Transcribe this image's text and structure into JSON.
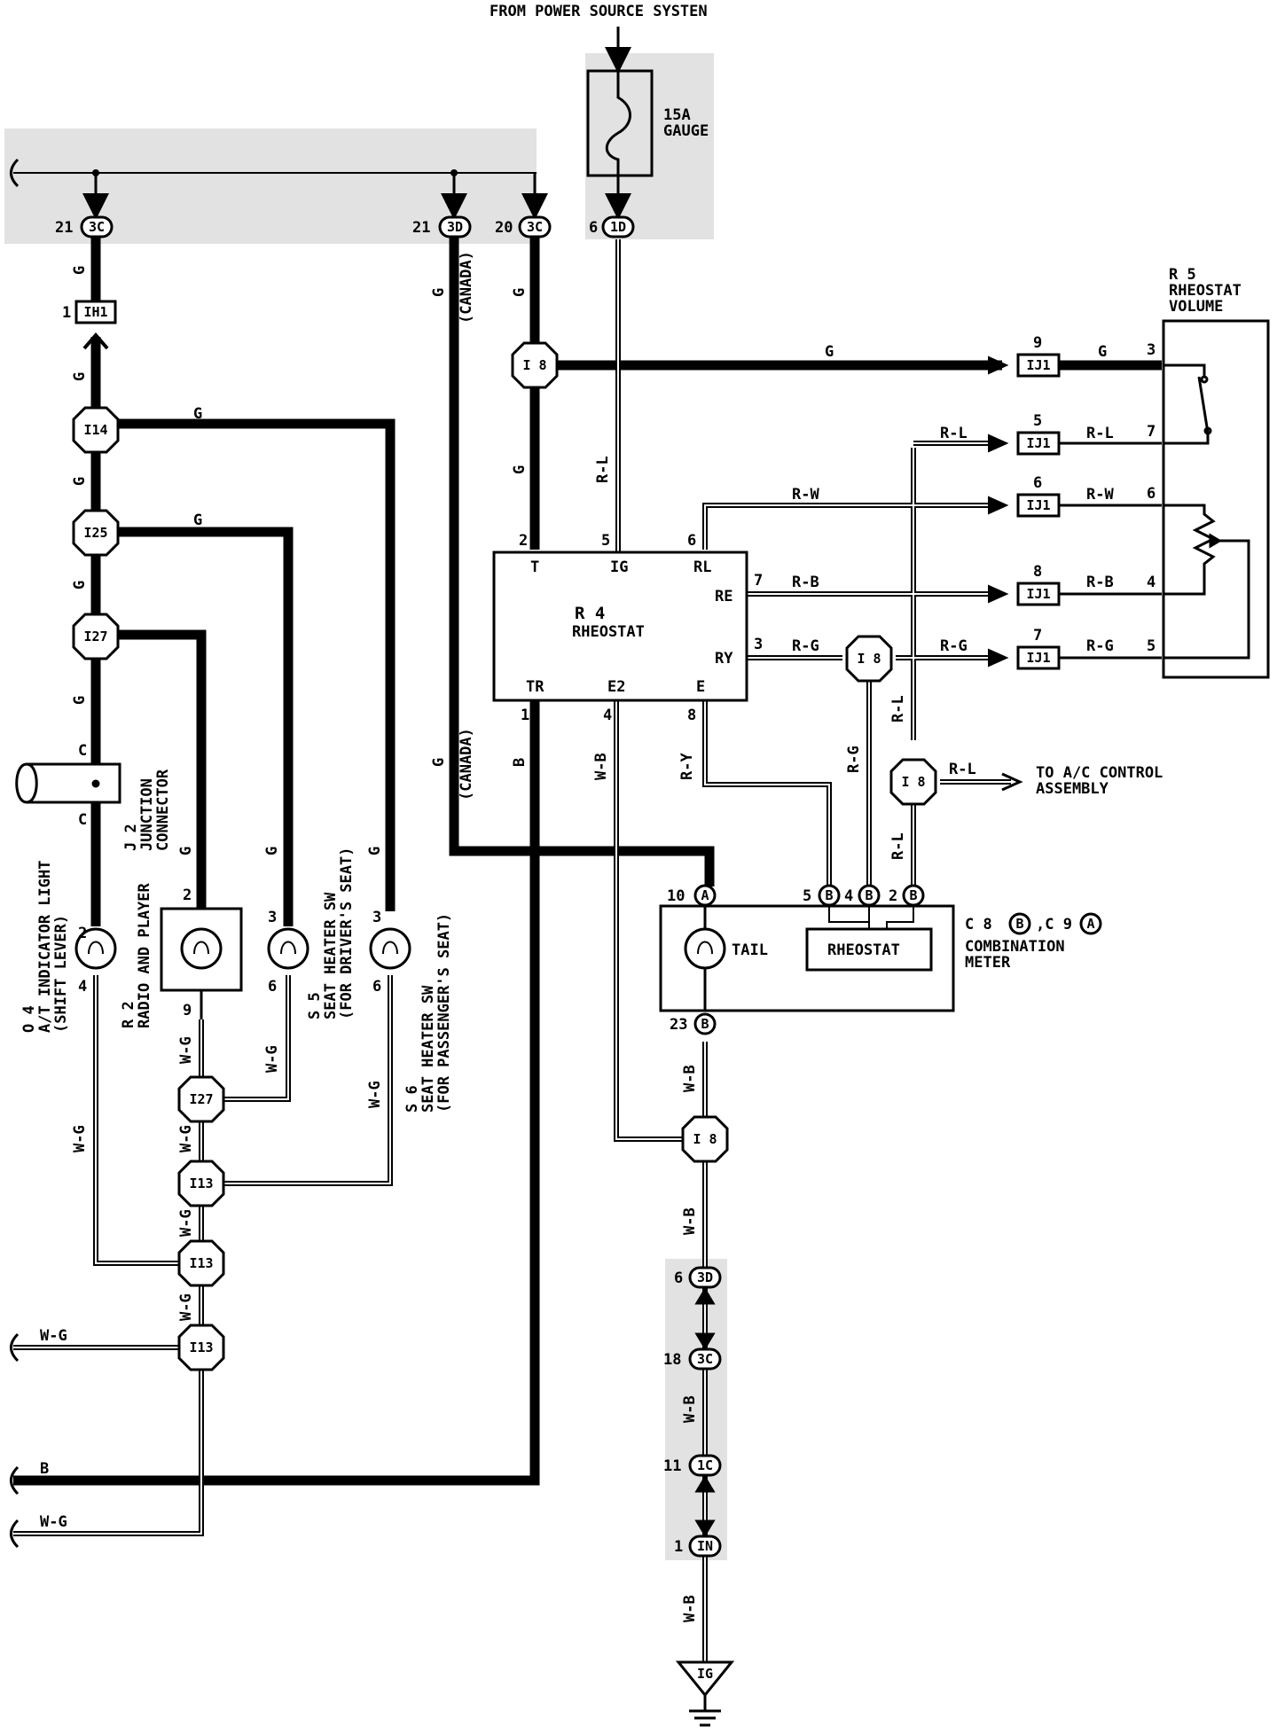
{
  "header": {
    "power_source": "FROM POWER SOURCE SYSTEN"
  },
  "fuse": {
    "rating": "15A",
    "name": "GAUGE"
  },
  "connectors": {
    "c3c_left": "3C",
    "c3c_left_pin": "21",
    "c3d_top": "3D",
    "c3d_top_pin": "21",
    "c3c_mid": "3C",
    "c3c_mid_pin": "20",
    "c1d": "1D",
    "c1d_pin": "6",
    "ih1": "IH1",
    "ih1_pin": "1",
    "i14": "I14",
    "i25": "I25",
    "i27_top": "I27",
    "i8_top": "I 8",
    "i8_ry": "I 8",
    "i8_rl": "I 8",
    "i8_bottom": "I 8",
    "i27_low": "I27",
    "i13_a": "I13",
    "i13_b": "I13",
    "i13_c": "I13",
    "c3d_low": "3D",
    "c3d_low_pin": "6",
    "c3c_low": "3C",
    "c3c_low_pin": "18",
    "c1c": "1C",
    "c1c_pin": "11",
    "c1n": "IN",
    "c1n_pin": "1",
    "ground": "IG",
    "ij1_a": "IJ1",
    "ij1_b": "IJ1",
    "ij1_c": "IJ1",
    "ij1_d": "IJ1",
    "ij1_e": "IJ1",
    "ij1_a_pin": "9",
    "ij1_b_pin": "5",
    "ij1_c_pin": "6",
    "ij1_d_pin": "8",
    "ij1_e_pin": "7",
    "pin_a": "A",
    "pin_b": "B"
  },
  "wires": {
    "g": "G",
    "rl": "R-L",
    "rw": "R-W",
    "rb": "R-B",
    "rg": "R-G",
    "ry": "R-Y",
    "wb": "W-B",
    "wg": "W-G",
    "b": "B",
    "canada": "(CANADA)"
  },
  "rheostat_r4": {
    "code": "R 4",
    "name": "RHEOSTAT",
    "pins": {
      "t": "T",
      "ig": "IG",
      "rl": "RL",
      "re": "RE",
      "ry": "RY",
      "tr": "TR",
      "e2": "E2",
      "e": "E"
    },
    "pin_numbers": {
      "t": "2",
      "ig": "5",
      "rl": "6",
      "re": "7",
      "ry": "3",
      "tr": "1",
      "e2": "4",
      "e": "8"
    }
  },
  "rheostat_r5": {
    "code": "R 5",
    "name": "RHEOSTAT",
    "name2": "VOLUME",
    "pins": {
      "p3": "3",
      "p7": "7",
      "p6": "6",
      "p4": "4",
      "p5": "5"
    }
  },
  "combination_meter": {
    "code": "C 8",
    "code2": ",C 9",
    "label1": "COMBINATION",
    "label2": "METER",
    "tail": "TAIL",
    "inner": "RHEOSTAT",
    "pins": {
      "p10": "10",
      "p5": "5",
      "p4": "4",
      "p2": "2",
      "p23": "23"
    }
  },
  "ac_control": {
    "line1": "TO A/C CONTROL",
    "line2": "ASSEMBLY"
  },
  "junction": {
    "code": "J 2",
    "line1": "JUNCTION",
    "line2": "CONNECTOR",
    "pin": "C"
  },
  "o4": {
    "code": "O 4",
    "line1": "A/T INDICATOR LIGHT",
    "line2": "(SHIFT LEVER)",
    "pin_top": "2",
    "pin_bottom": "4"
  },
  "r2": {
    "code": "R 2",
    "line1": "RADIO AND PLAYER",
    "pin_top": "2",
    "pin_bottom": "9"
  },
  "s5": {
    "code": "S 5",
    "line1": "SEAT HEATER SW",
    "line2": "(FOR DRIVER'S SEAT)",
    "pin_top": "3",
    "pin_bottom": "6"
  },
  "s6": {
    "code": "S 6",
    "line1": "SEAT HEATER SW",
    "line2": "(FOR PASSENGER'S SEAT)",
    "pin_top": "3",
    "pin_bottom": "6"
  }
}
